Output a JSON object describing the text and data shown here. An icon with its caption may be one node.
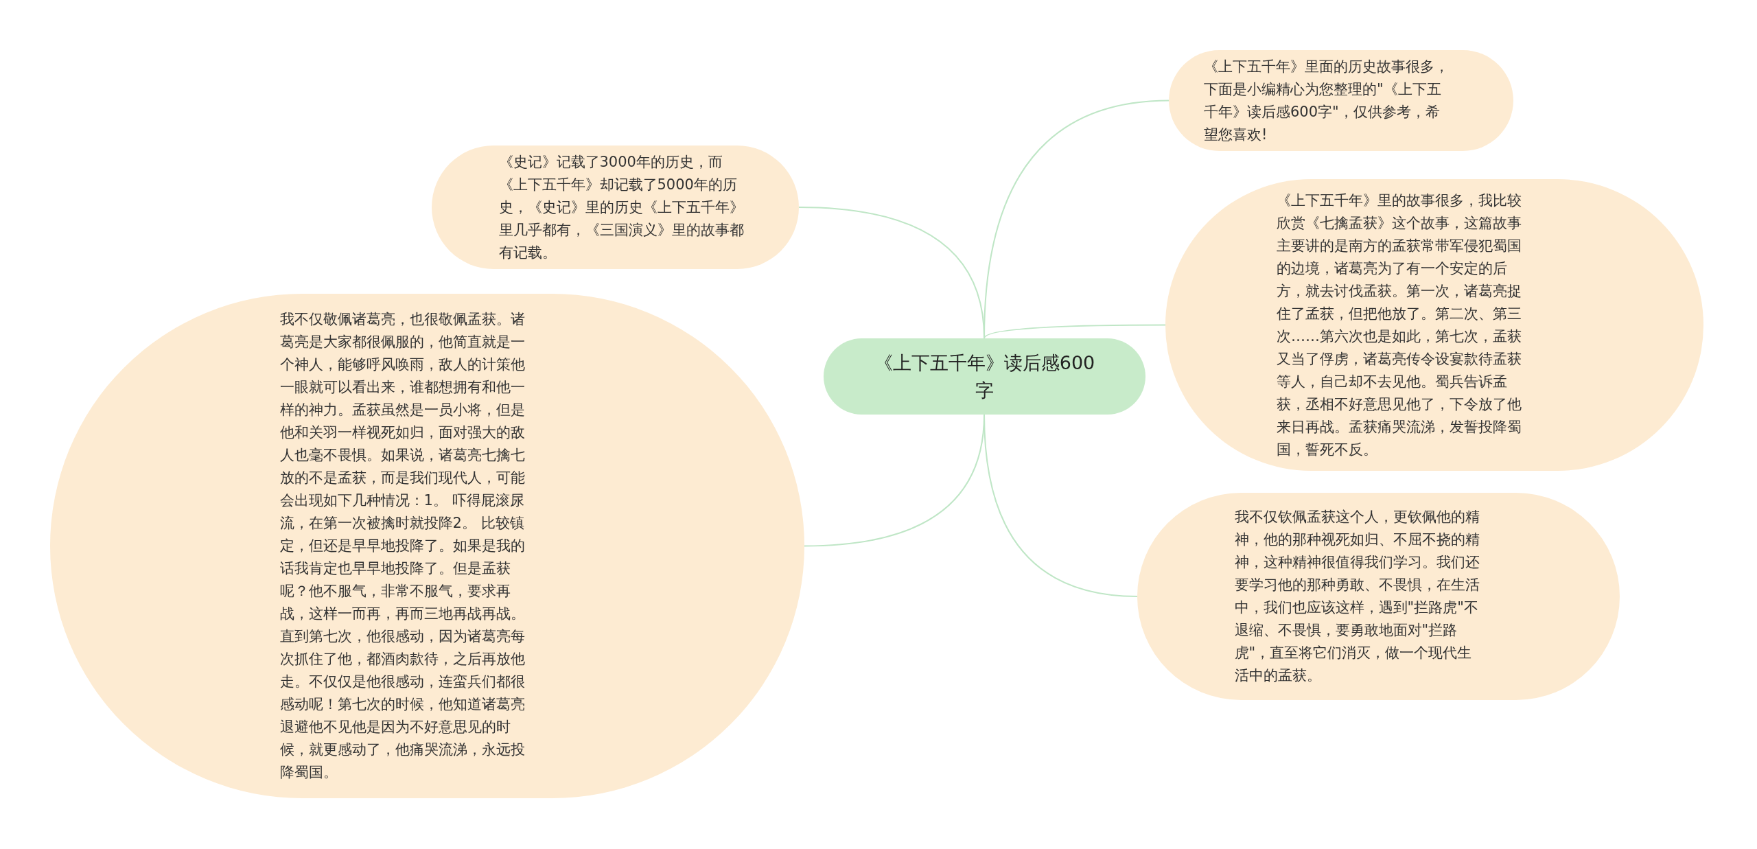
{
  "diagram": {
    "nodes": [
      {
        "text": [
          "《上下五千年》读后感600字"
        ]
      },
      {
        "text": [
          "《史记》记载了3000年的历史，而《上下五千年》却记载了5000年的历史，《史记》里的历史《上下五千年》里几乎都有，《三国演义》里的故事都有记载。"
        ]
      },
      {
        "text": [
          "我不仅敬佩诸葛亮，也很敬佩孟获。诸葛亮是大家都很佩服的，他简直就是一个神人，能够呼风唤雨，敌人的计策他一眼就可以看出来，谁都想拥有和他一样的神力。孟获虽然是一员小将，但是他和关羽一样视死如归，面对强大的敌人也毫不畏惧。如果说，诸葛亮七擒七放的不是孟获，而是我们现代人，可能会出现如下几种情况：1。 吓得屁滚尿流，在第一次被擒时就投降2。 比较镇定，但还是早早地投降了。如果是我的话我肯定也早早地投降了。但是孟获呢？他不服气，非常不服气，要求再战，这样一而再，再而三地再战再战。直到第七次，他很感动，因为诸葛亮每次抓住了他，都酒肉款待，之后再放他走。不仅仅是他很感动，连蛮兵们都很感动呢！第七次的时候，他知道诸葛亮退避他不见他是因为不好意思见的时候，就更感动了，他痛哭流涕，永远投降蜀国。"
        ]
      },
      {
        "text": [
          "《上下五千年》里面的历史故事很多，下面是小编精心为您整理的\"《上下五千年》读后感600字\"，仅供参考，希望您喜欢!"
        ]
      },
      {
        "text": [
          "《上下五千年》里的故事很多，我比较欣赏《七擒孟获》这个故事，这篇故事主要讲的是南方的孟获常带军侵犯蜀国的边境，诸葛亮为了有一个安定的后方，就去讨伐孟获。第一次，诸葛亮捉住了孟获，但把他放了。第二次、第三次……第六次也是如此，第七次，孟获又当了俘虏，诸葛亮传令设宴款待孟获等人，自己却不去见他。蜀兵告诉孟获，丞相不好意思见他了，下令放了他来日再战。孟获痛哭流涕，发誓投降蜀国，誓死不反。"
        ]
      },
      {
        "text": [
          "我不仅钦佩孟获这个人，更钦佩他的精神，他的那种视死如归、不屈不挠的精神，这种精神很值得我们学习。我们还要学习他的那种勇敢、不畏惧，在生活中，我们也应该这样，遇到\"拦路虎\"不退缩、不畏惧，要勇敢地面对\"拦路虎\"，直至将它们消灭，做一个现代生活中的孟获。"
        ]
      }
    ],
    "edges": [
      {
        "from": 0,
        "to": 1,
        "arrow": "none"
      },
      {
        "from": 0,
        "to": 2,
        "arrow": "none"
      },
      {
        "from": 0,
        "to": 3,
        "arrow": "none"
      },
      {
        "from": 0,
        "to": 4,
        "arrow": "none"
      },
      {
        "from": 0,
        "to": 5,
        "arrow": "none"
      }
    ]
  }
}
